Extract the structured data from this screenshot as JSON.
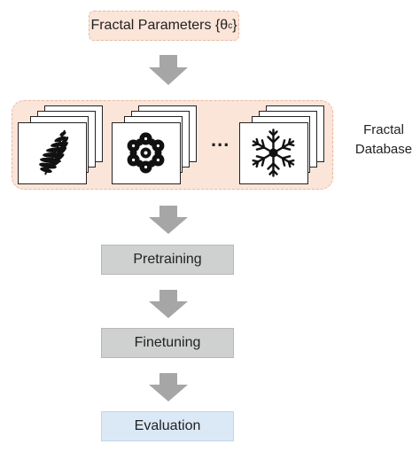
{
  "params_box": {
    "label": "Fractal Parameters {θ",
    "sub": "c",
    "close": "}"
  },
  "database": {
    "label_line1": "Fractal",
    "label_line2": "Database",
    "ellipsis": "..."
  },
  "steps": [
    {
      "label": "Pretraining"
    },
    {
      "label": "Finetuning"
    },
    {
      "label": "Evaluation"
    }
  ],
  "colors": {
    "dashed_fill": "#fbe5d9",
    "gray_step": "#cfd1d1",
    "blue_step": "#dbe9f7",
    "arrow": "#a6a6a6"
  }
}
